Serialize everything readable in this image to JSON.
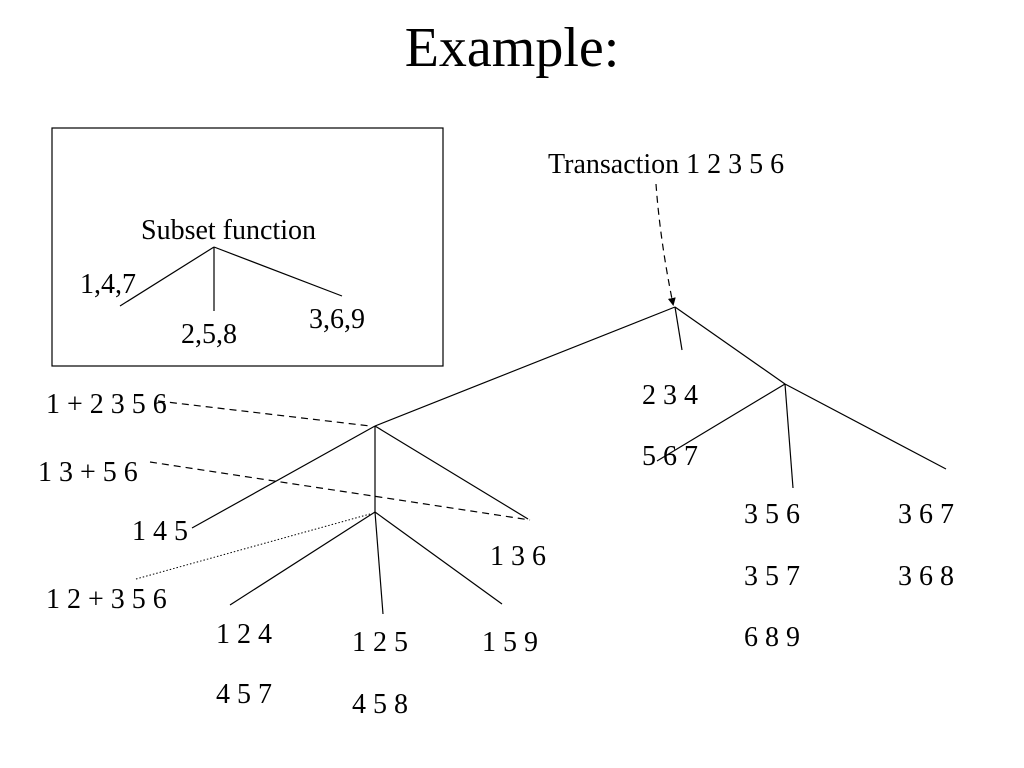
{
  "slide": {
    "title": "Example:"
  },
  "subset_box": {
    "label": "Subset function",
    "branches": [
      "1,4,7",
      "2,5,8",
      "3,6,9"
    ]
  },
  "transaction": {
    "label": "Transaction 1 2 3 5 6"
  },
  "left_subtree": {
    "prefix_1": "1 + 2 3 5 6",
    "prefix_13": "1 3 + 5 6",
    "prefix_12": "1 2 + 3 5 6",
    "leaf_145": "1 4 5",
    "leaf_136": "1 3 6",
    "leaf_124": [
      "1 2 4",
      "4 5 7"
    ],
    "leaf_125": [
      "1 2 5",
      "4 5 8"
    ],
    "leaf_159": "1 5 9"
  },
  "middle_leaf": [
    "2 3 4",
    "5 6 7"
  ],
  "right_subtree": {
    "leaf_356": [
      "3 5 6",
      "3 5 7",
      "6 8 9"
    ],
    "leaf_367": [
      "3 6 7",
      "3 6 8"
    ]
  }
}
